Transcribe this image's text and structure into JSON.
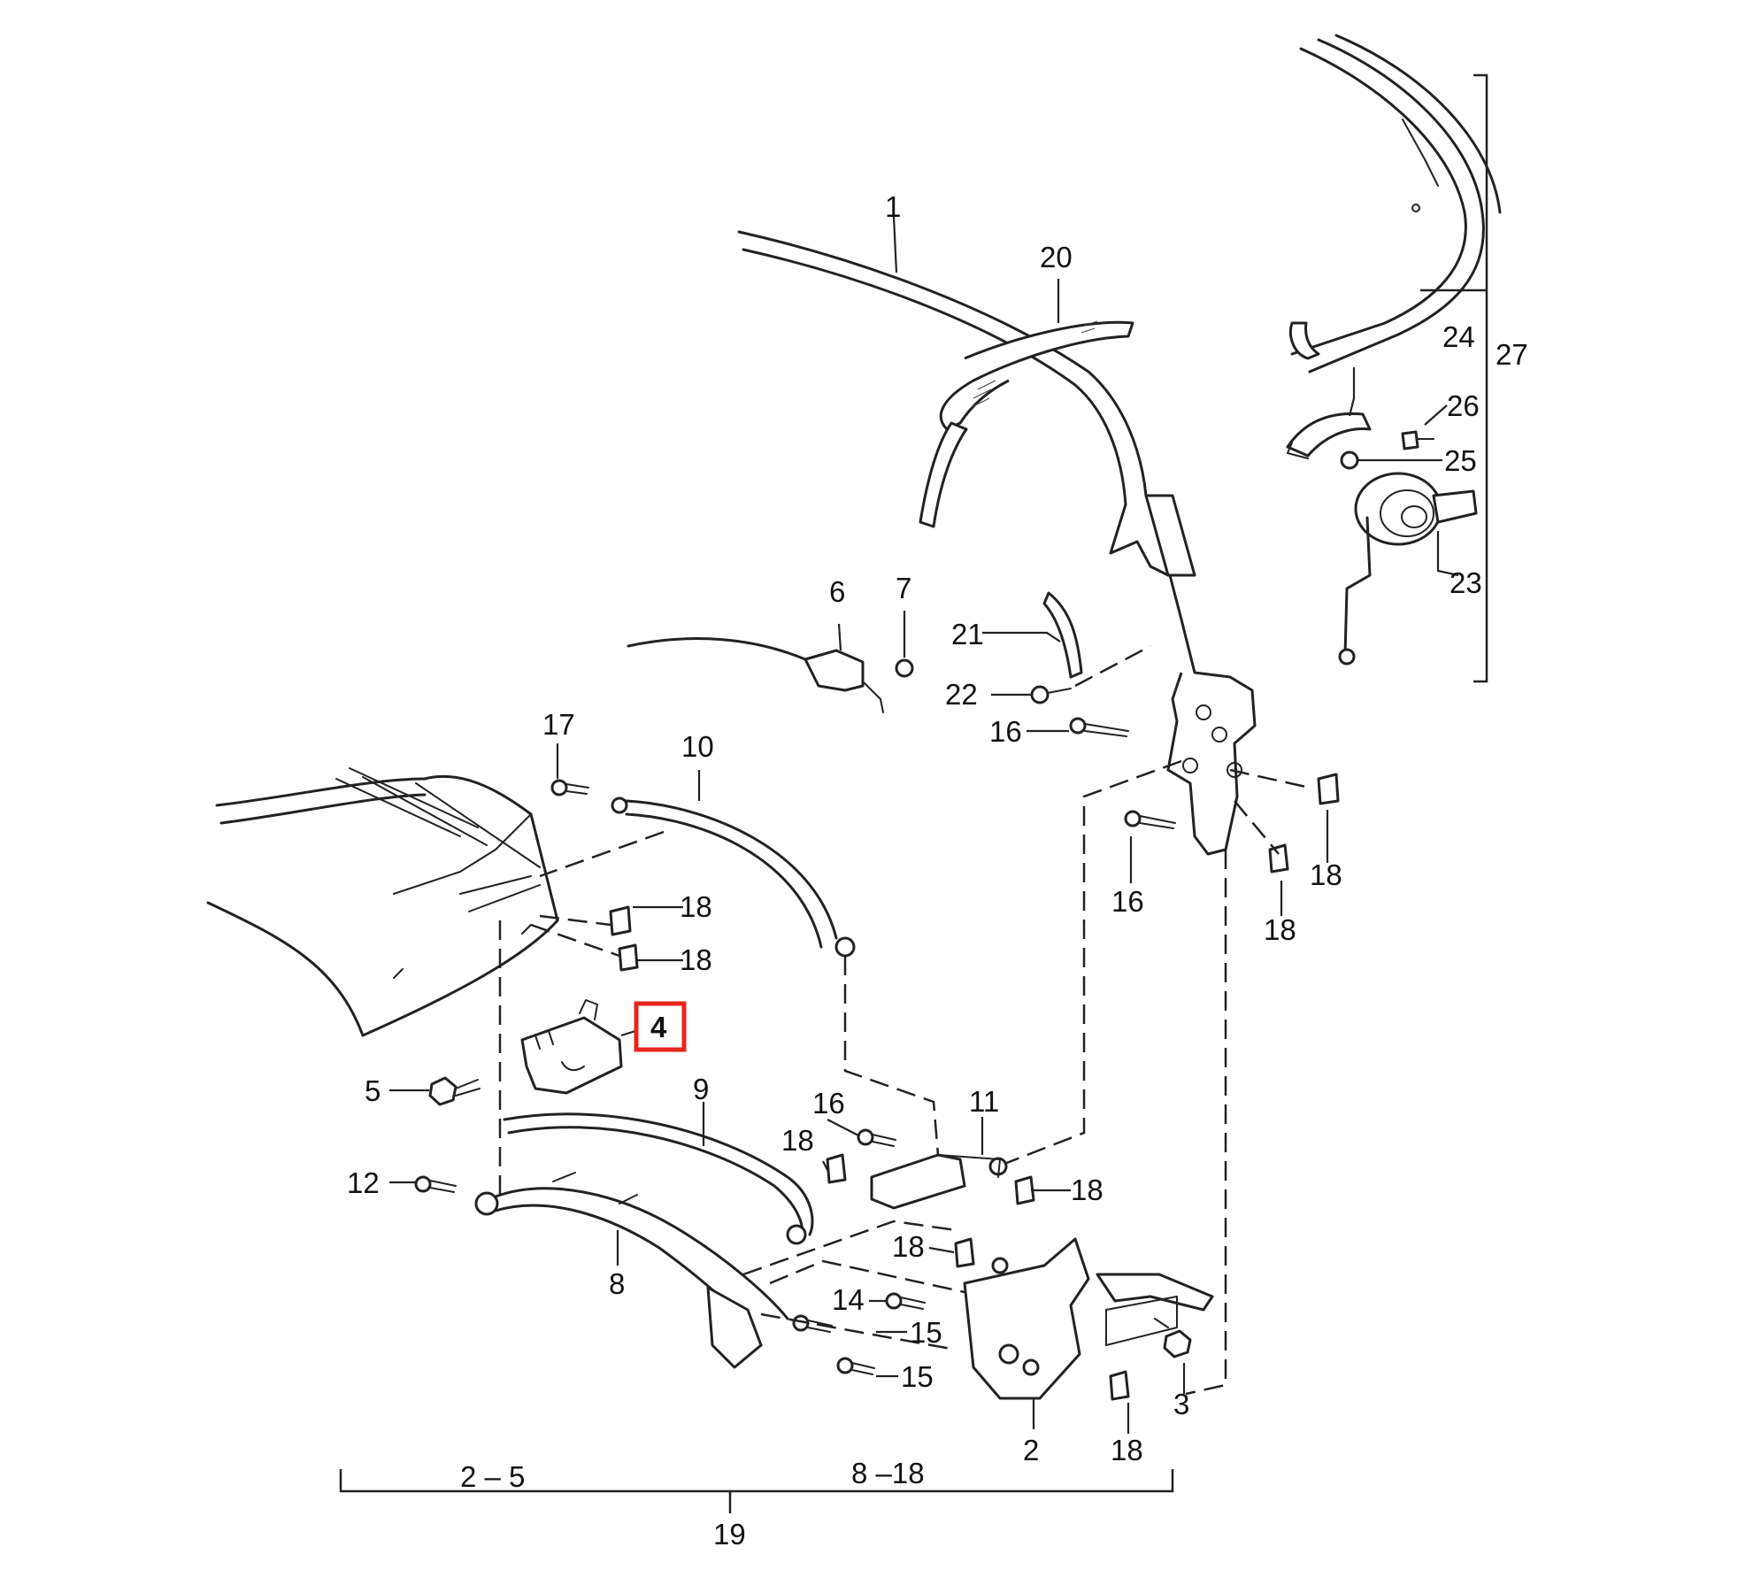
{
  "highlight_color": "#e8251c",
  "labels": {
    "l1": "1",
    "l2": "2",
    "l3": "3",
    "l4": "4",
    "l5": "5",
    "l6": "6",
    "l7": "7",
    "l8": "8",
    "l9": "9",
    "l10": "10",
    "l11": "11",
    "l12": "12",
    "l14": "14",
    "l15": "15",
    "l16": "16",
    "l17": "17",
    "l18": "18",
    "l19": "19",
    "l20": "20",
    "l21": "21",
    "l22": "22",
    "l23": "23",
    "l24": "24",
    "l25": "25",
    "l26": "26",
    "l27": "27"
  },
  "ranges": {
    "r2_5": "2 – 5",
    "r8_18": "8 –18"
  }
}
